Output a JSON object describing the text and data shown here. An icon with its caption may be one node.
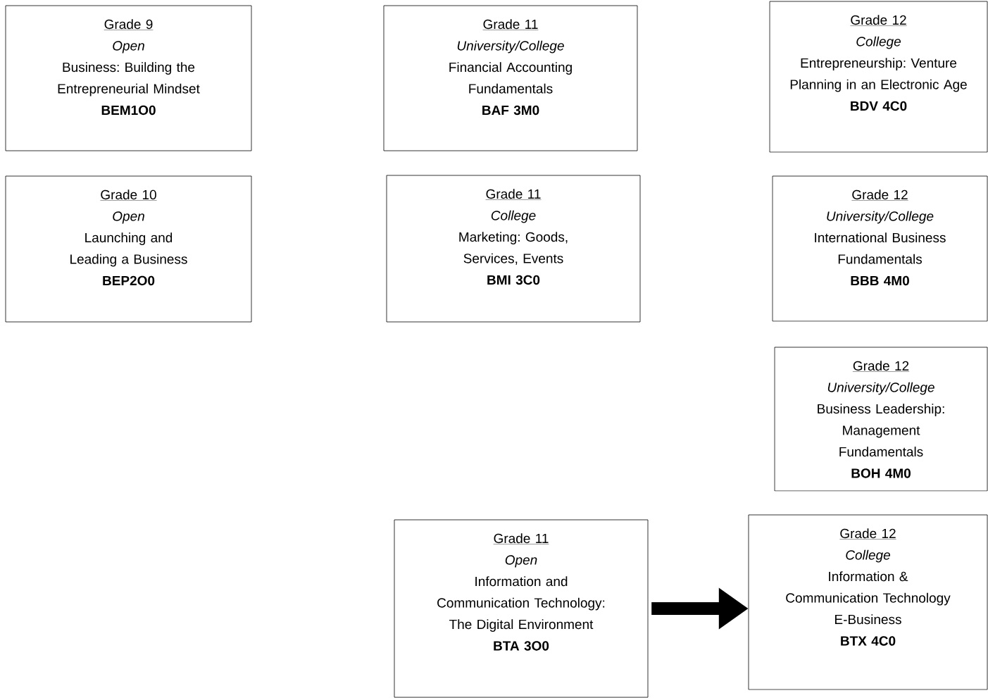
{
  "diagram": {
    "nodes": [
      {
        "text": [
          "Grade 9",
          "Open",
          "Business: Building the Entrepreneurial Mindset",
          "BEM1O0"
        ]
      },
      {
        "text": [
          "Grade 11",
          "University/College",
          "Financial Accounting Fundamentals",
          "BAF 3M0"
        ]
      },
      {
        "text": [
          "Grade 12",
          "College",
          "Entrepreneurship: Venture Planning in an Electronic Age",
          "BDV 4C0"
        ]
      },
      {
        "text": [
          "Grade 10",
          "Open",
          "Launching and Leading a Business",
          "BEP2O0"
        ]
      },
      {
        "text": [
          "Grade 11",
          "College",
          "Marketing: Goods, Services, Events",
          "BMI 3C0"
        ]
      },
      {
        "text": [
          "Grade 12",
          "University/College",
          "International Business Fundamentals",
          "BBB 4M0"
        ]
      },
      {
        "text": [
          "Grade 12",
          "University/College",
          "Business Leadership: Management Fundamentals",
          "BOH 4M0"
        ]
      },
      {
        "text": [
          "Grade 11",
          "Open",
          "Information and Communication Technology: The Digital Environment",
          "BTA 3O0"
        ]
      },
      {
        "text": [
          "Grade 12",
          "College",
          "Information & Communication Technology",
          "E-Business",
          "BTX 4C0"
        ]
      }
    ],
    "edges": [
      {
        "from": 7,
        "to": 8,
        "arrow": "to"
      }
    ]
  }
}
